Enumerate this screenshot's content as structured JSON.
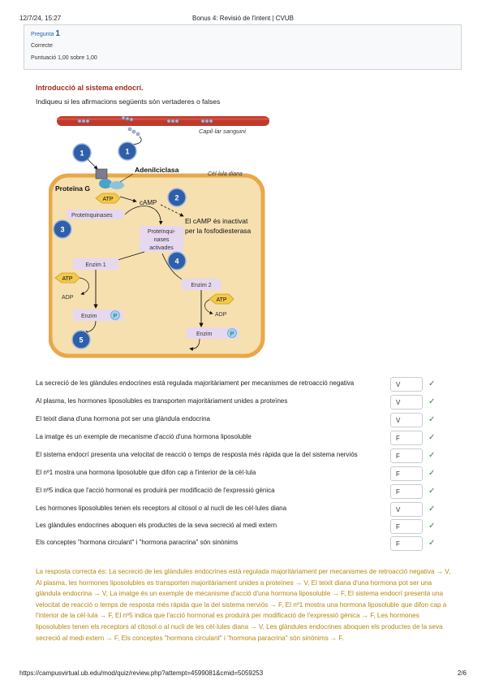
{
  "browser_header": {
    "datetime": "12/7/24, 15:27",
    "title": "Bonus 4: Revisió de l'intent | CVUB"
  },
  "question_info": {
    "label": "Pregunta",
    "number": "1",
    "state": "Correcte",
    "points": "Puntuació 1,00 sobre 1,00"
  },
  "question": {
    "title": "Introducció al sistema endocrí.",
    "instruction": "Indiqueu si les afirmacions següents són vertaderes o falses"
  },
  "diagram": {
    "capillary_label": "Capil·lar sanguini",
    "cell_label": "Cèl·lula diana",
    "adenylyl_label": "Adenilciclasa",
    "protein_g_label": "Proteïna G",
    "atp": "ATP",
    "camp": "cAMP",
    "adp": "ADP",
    "p": "P",
    "kinases": "Proteïnquinases",
    "active_kinases": [
      "Proteïnqui-",
      "nases",
      "activades"
    ],
    "camp_note": [
      "El cAMP és inactivat",
      "per la fosfodiesterasa"
    ],
    "enzyme1": "Enzim 1",
    "enzyme2": "Enzim 2",
    "enzyme": "Enzim",
    "numbers": [
      "1",
      "1",
      "2",
      "3",
      "4",
      "5"
    ]
  },
  "statements": [
    {
      "text": "La secreció de les glàndules endocrines està regulada majoritàriament per mecanismes de retroacció negativa",
      "answer": "V"
    },
    {
      "text": "Al plasma, les hormones liposolubles es transporten majoritàriament unides a proteïnes",
      "answer": "V"
    },
    {
      "text": "El teixit diana d'una hormona pot ser una glàndula endocrina",
      "answer": "V"
    },
    {
      "text": "La imatge és un exemple de mecanisme d'acció d'una hormona liposoluble",
      "answer": "F"
    },
    {
      "text": "El sistema endocrí presenta una velocitat de reacció o temps de resposta més ràpida que la del sistema nerviós",
      "answer": "F"
    },
    {
      "text": "El nº1 mostra una hormona liposoluble que difon cap a l'interior de la cèl·lula",
      "answer": "F"
    },
    {
      "text": "El nº5 indica que l'acció hormonal es produirà per modificació de l'expressió gènica",
      "answer": "F"
    },
    {
      "text": "Les hormones liposolubles tenen els receptors al citosol o al nucli de les cèl·lules diana",
      "answer": "V"
    },
    {
      "text": "Les glàndules endocrines aboquen els productes de la seva secreció al medi extern",
      "answer": "F"
    },
    {
      "text": "Els conceptes \"hormona circulant\" i \"hormona paracrina\" són sinònims",
      "answer": "F"
    }
  ],
  "correct_answer": "La resposta correcta és: La secreció de les glàndules endocrines està regulada majoritàriament per mecanismes de retroacció negativa → V, Al plasma, les hormones liposolubles es transporten majoritàriament unides a proteïnes → V, El teixit diana d'una hormona pot ser una glàndula endocrina → V, La imatge és un exemple de mecanisme d'acció d'una hormona liposoluble → F, El sistema endocrí presenta una velocitat de reacció o temps de resposta més ràpida que la del sistema nerviós → F, El nº1 mostra una hormona liposoluble que difon cap a l'interior de la cèl·lula → F, El nº5 indica que l'acció hormonal es produirà per modificació de l'expressió gènica → F, Les hormones liposolubles tenen els receptors al citosol o al nucli de les cèl·lules diana → V, Les glàndules endocrines aboquen els productes de la seva secreció al medi extern → F, Els conceptes \"hormona circulant\" i \"hormona paracrina\" són sinònims → F.",
  "footer": {
    "url": "https://campusvirtual.ub.edu/mod/quiz/review.php?attempt=4599081&cmid=5059253",
    "page": "2/6"
  },
  "colors": {
    "accent_red": "#a02c1e",
    "correct_green": "#2e8b2e",
    "answer_gold": "#b8860b",
    "link_blue": "#1f5fa8"
  }
}
